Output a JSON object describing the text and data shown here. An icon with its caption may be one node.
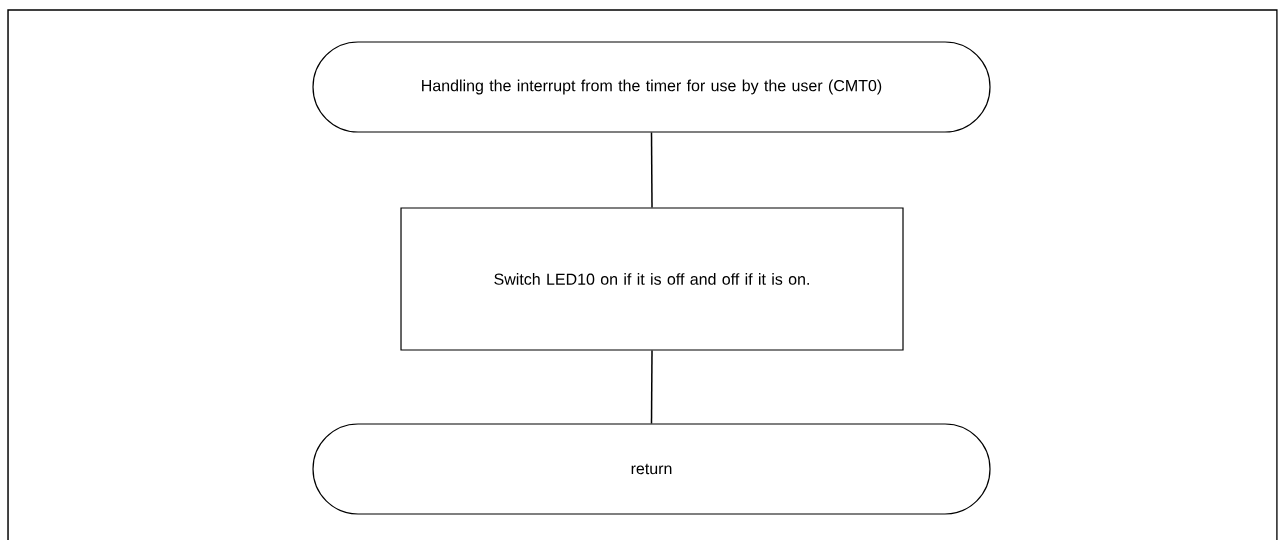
{
  "diagram": {
    "nodes": [
      {
        "text": [
          "Handling the interrupt from the timer for use by the user (CMT0)"
        ]
      },
      {
        "text": [
          "Switch LED10 on if it is off and off if it is on."
        ]
      },
      {
        "text": [
          "return"
        ]
      }
    ],
    "edges": [
      {
        "from": 0,
        "to": 1,
        "arrow": "none"
      },
      {
        "from": 1,
        "to": 2,
        "arrow": "none"
      }
    ]
  }
}
